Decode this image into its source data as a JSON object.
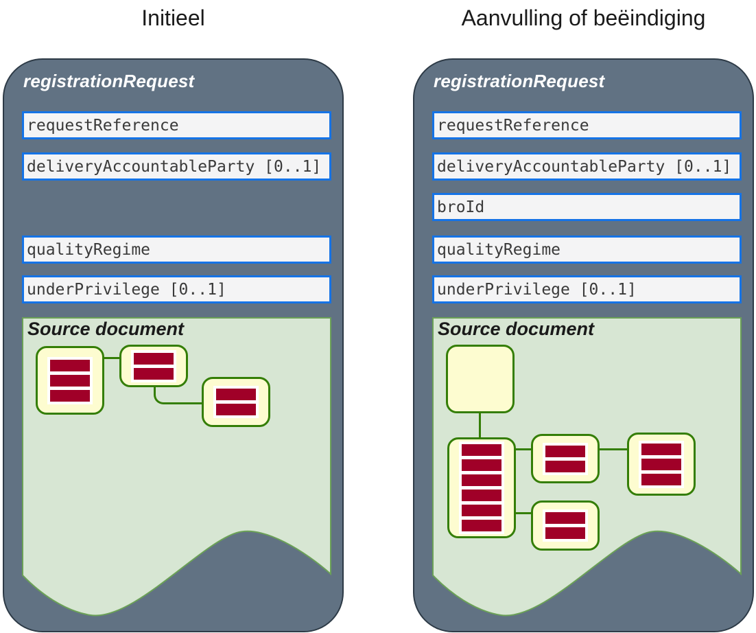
{
  "colors": {
    "panel": "#617283",
    "panel_border": "#2d3a46",
    "field_border": "#1573e6",
    "field_background": "#f4f4f5",
    "source_section_background": "#d7e6d3",
    "source_section_border": "#6ba157",
    "node_background": "#fdfcd0",
    "node_border": "#347e06",
    "document_line": "#a00028"
  },
  "panels": [
    {
      "id": "initieel",
      "title": "Initieel",
      "header": "registrationRequest",
      "fields": [
        {
          "label": "requestReference"
        },
        {
          "label": "deliveryAccountableParty [0..1]"
        },
        {
          "label": "qualityRegime"
        },
        {
          "label": "underPrivilege [0..1]"
        }
      ],
      "source_document": {
        "title": "Source document",
        "nodes": [
          {
            "name": "document-node-a",
            "lines": 3
          },
          {
            "name": "document-node-b",
            "lines": 2
          },
          {
            "name": "document-node-c",
            "lines": 2
          }
        ]
      }
    },
    {
      "id": "aanvulling-of-beeindiging",
      "title": "Aanvulling of beëindiging",
      "header": "registrationRequest",
      "fields": [
        {
          "label": "requestReference"
        },
        {
          "label": "deliveryAccountableParty [0..1]"
        },
        {
          "label": "broId"
        },
        {
          "label": "qualityRegime"
        },
        {
          "label": "underPrivilege [0..1]"
        }
      ],
      "source_document": {
        "title": "Source document",
        "nodes": [
          {
            "name": "document-node-empty",
            "lines": 0
          },
          {
            "name": "document-node-a",
            "lines": 6
          },
          {
            "name": "document-node-b",
            "lines": 2
          },
          {
            "name": "document-node-c",
            "lines": 3
          },
          {
            "name": "document-node-d",
            "lines": 2
          }
        ]
      }
    }
  ]
}
